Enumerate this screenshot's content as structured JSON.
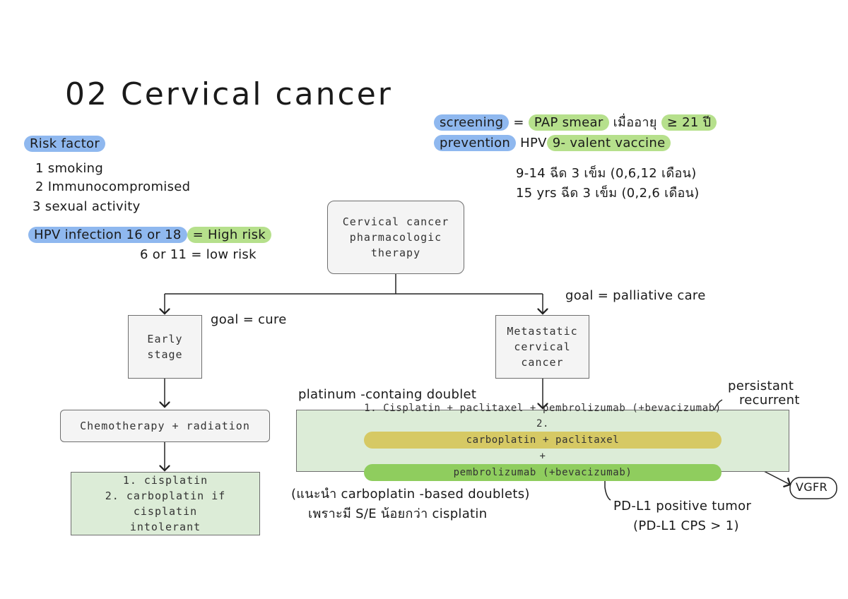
{
  "title": "02 Cervical cancer",
  "colors": {
    "blue_highlight": "#8fb8ef",
    "green_highlight": "#b6e08c",
    "yellow_highlight": "#d6c964",
    "box_green": "#dcecd7",
    "box_gray": "#f4f4f4"
  },
  "risk": {
    "heading": "Risk factor",
    "items": [
      "1 smoking",
      "2 Immunocompromised",
      "3 sexual activity"
    ],
    "hpv_label": "HPV infection 16 or 18",
    "hpv_high": "= High risk",
    "hpv_low": "6 or 11 = low risk"
  },
  "screening": {
    "label": "screening",
    "eq": "=",
    "pap": "PAP smear",
    "age_text": "เมื่ออายุ",
    "age": "≥ 21 ปี"
  },
  "prevention": {
    "label": "prevention",
    "hpv": "HPV",
    "vaccine": "9- valent vaccine",
    "schedule1": "9-14 ฉีด 3 เข็ม (0,6,12 เดือน)",
    "schedule2": "15 yrs ฉีด 3 เข็ม (0,2,6 เดือน)"
  },
  "nodes": {
    "root": [
      "Cervical cancer",
      "pharmacologic",
      "therapy"
    ],
    "early": [
      "Early",
      "stage"
    ],
    "metastatic": [
      "Metastatic",
      "cervical",
      "cancer"
    ],
    "chemo": "Chemotherapy + radiation",
    "early_tx": [
      "1. cisplatin",
      "2. carboplatin if cisplatin",
      "intolerant"
    ],
    "met_tx1": "1. Cisplatin + paclitaxel + pembrolizumab (+bevacizumab)",
    "met_tx2_num": "2.",
    "met_tx2_carbo": "carboplatin + paclitaxel",
    "met_tx2_plus": "+",
    "met_tx2_pembro": "pembrolizumab (+bevacizumab)"
  },
  "annotations": {
    "goal_cure": "goal = cure",
    "goal_palliative": "goal = palliative care",
    "platinum": "platinum -containg doublet",
    "persistant": "persistant",
    "recurrent": "recurrent",
    "vgfr": "VGFR",
    "pdl1_1": "PD-L1 positive tumor",
    "pdl1_2": "(PD-L1 CPS > 1)",
    "note1": "(แนะนำ carboplatin -based doublets)",
    "note2": "เพราะมี S/E น้อยกว่า cisplatin"
  }
}
